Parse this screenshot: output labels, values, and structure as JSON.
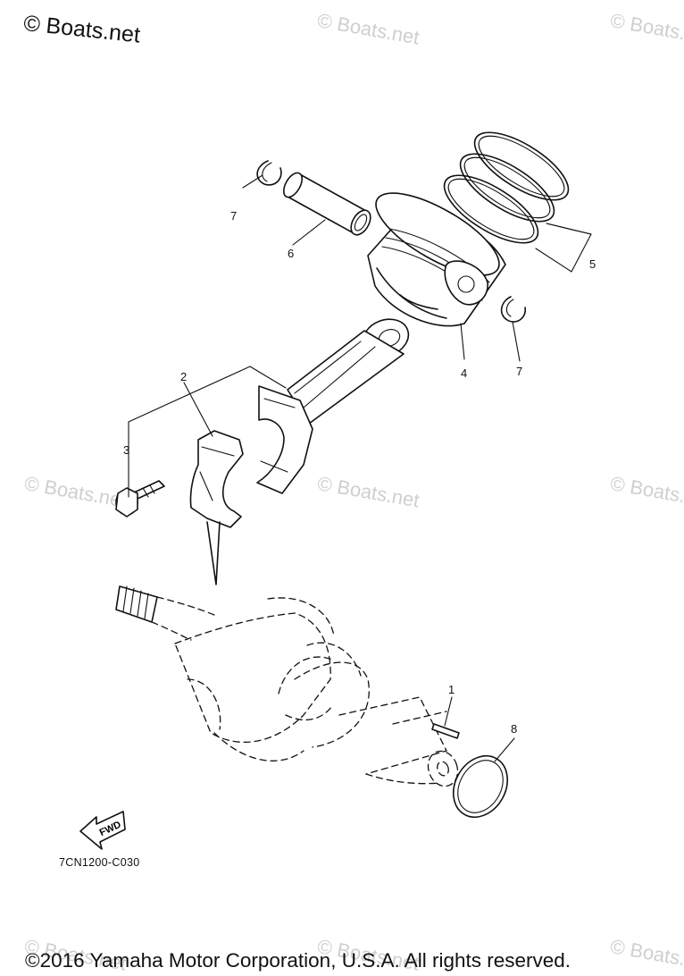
{
  "logo": {
    "text": "© Boats.net"
  },
  "watermarks": [
    "© Boats.net",
    "© Boats.net",
    "© Boats.net",
    "© Boats.net",
    "© Boats.net",
    "© Boats.net",
    "© Boats.net",
    "© Boats.net"
  ],
  "callouts": [
    "1",
    "2",
    "3",
    "4",
    "5",
    "6",
    "7",
    "7",
    "8"
  ],
  "fwd_label": "FWD",
  "diagram_code": "7CN1200-C030",
  "copyright": "©2016 Yamaha Motor Corporation, U.S.A. All rights reserved."
}
